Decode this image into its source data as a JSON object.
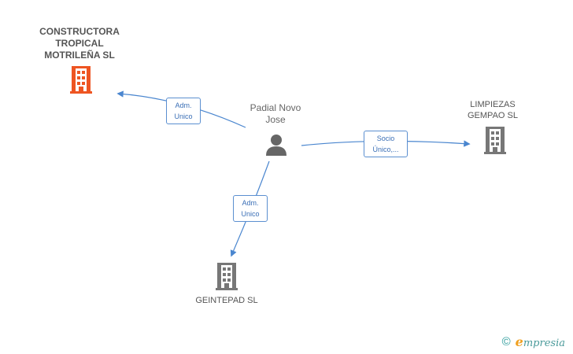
{
  "nodes": {
    "constructora": {
      "label": "CONSTRUCTORA\nTROPICAL\nMOTRILEÑA SL",
      "color": "#ee5522",
      "icon": "building-icon"
    },
    "limpiezas": {
      "label": "LIMPIEZAS\nGEMPAO SL",
      "color": "#777777",
      "icon": "building-icon"
    },
    "geintepad": {
      "label": "GEINTEPAD SL",
      "color": "#777777",
      "icon": "building-icon"
    },
    "person": {
      "label": "Padial Novo\nJose",
      "color": "#777777",
      "icon": "person-icon"
    }
  },
  "edges": {
    "to_constructora": {
      "label": "Adm.\nUnico"
    },
    "to_limpiezas": {
      "label": "Socio\nÚnico,..."
    },
    "to_geintepad": {
      "label": "Adm.\nUnico"
    }
  },
  "colors": {
    "edge": "#4a86cf"
  },
  "footer": {
    "copyright_symbol": "©",
    "brand_initial": "e",
    "brand_rest": "mpresia"
  }
}
